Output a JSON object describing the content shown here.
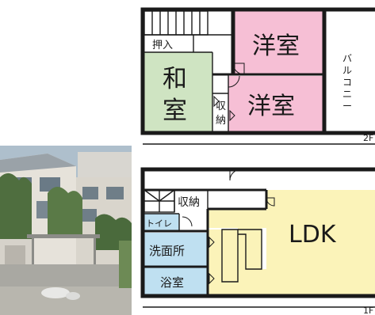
{
  "floor_2": {
    "level_label": "2F",
    "rooms": {
      "washitsu_char_1": "和",
      "washitsu_char_2": "室",
      "youshitsu_north": "洋室",
      "youshitsu_south": "洋室",
      "oshiire": "押入",
      "storage_char_1": "収",
      "storage_char_2": "納",
      "balcony_chars": [
        "バ",
        "ル",
        "コ",
        "ニ",
        "ー"
      ]
    }
  },
  "floor_1": {
    "level_label": "1F",
    "rooms": {
      "storage": "収納",
      "toilet": "トイレ",
      "washroom": "洗面所",
      "bathroom": "浴室",
      "ldk": "LDK"
    }
  },
  "colors": {
    "washitsu": "#cfe4c2",
    "youshitsu": "#f6bfd5",
    "ldk": "#fbf3b9",
    "wet_area": "#bfe0f1",
    "wall": "#1a1a1a"
  }
}
